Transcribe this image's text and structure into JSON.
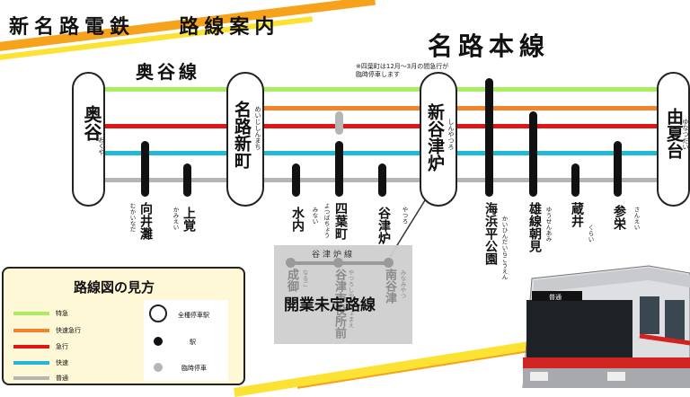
{
  "header": {
    "operator": "新名路電鉄",
    "guide": "路線案内"
  },
  "main_line_name": "名路本線",
  "branch_line_name": "奥谷線",
  "note": "※四葉町は12月～3月の間急行が臨時停車します",
  "colors": {
    "tokkyu": "#a8ee60",
    "kaisoku_kyuko": "#f2832a",
    "kyuko": "#e01515",
    "kaisoku": "#22b8d8",
    "futsu": "#b5b5b5",
    "stripe_orange": "#f7a21b",
    "stripe_yellow": "#fbe233"
  },
  "terminals": [
    {
      "name": "奥谷",
      "kana": "おくや"
    },
    {
      "name": "名路新町",
      "kana": "めいじしんまち"
    },
    {
      "name": "新谷津炉",
      "kana": "しんやつろ"
    },
    {
      "name": "由夏台",
      "kana": "ゆなつだい"
    }
  ],
  "stations": [
    {
      "name": "向井灘",
      "kana": "むかいなだ"
    },
    {
      "name": "上覚",
      "kana": "かみえい"
    },
    {
      "name": "水内",
      "kana": "みない"
    },
    {
      "name": "四葉町",
      "kana": "よつばちょう"
    },
    {
      "name": "谷津炉",
      "kana": "やつろ"
    },
    {
      "name": "海浜平公園",
      "kana": "かいひんだいらこうえん"
    },
    {
      "name": "雄線朝見",
      "kana": "ゆうせんあみ"
    },
    {
      "name": "蔵井",
      "kana": "くらい"
    },
    {
      "name": "参栄",
      "kana": "さんえい"
    }
  ],
  "future_line": {
    "name": "谷津炉線",
    "status": "開業未定路線",
    "stations": [
      {
        "name": "成御",
        "kana": "なるご"
      },
      {
        "name": "谷津市役所前",
        "kana": "やつろしやくしょまえ"
      },
      {
        "name": "南谷津",
        "kana": "みなみやつ"
      }
    ]
  },
  "legend": {
    "title": "路線図の見方",
    "services": [
      "特急",
      "快速急行",
      "急行",
      "快速",
      "普通"
    ],
    "symbols": [
      "全種停車駅",
      "駅",
      "臨時停車"
    ]
  },
  "train": {
    "destination": "普通"
  }
}
